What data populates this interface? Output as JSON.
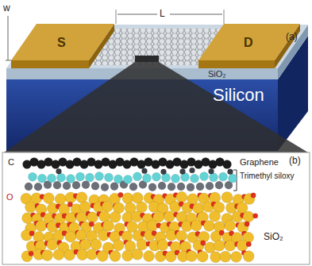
{
  "diagram": {
    "labels": [
      "w",
      "L",
      "(a)",
      "S",
      "D",
      "SiO₂",
      "Silicon",
      "(b)",
      "C",
      "Graphene",
      "Trimethyl siloxy",
      "O",
      "SiO₂"
    ]
  }
}
